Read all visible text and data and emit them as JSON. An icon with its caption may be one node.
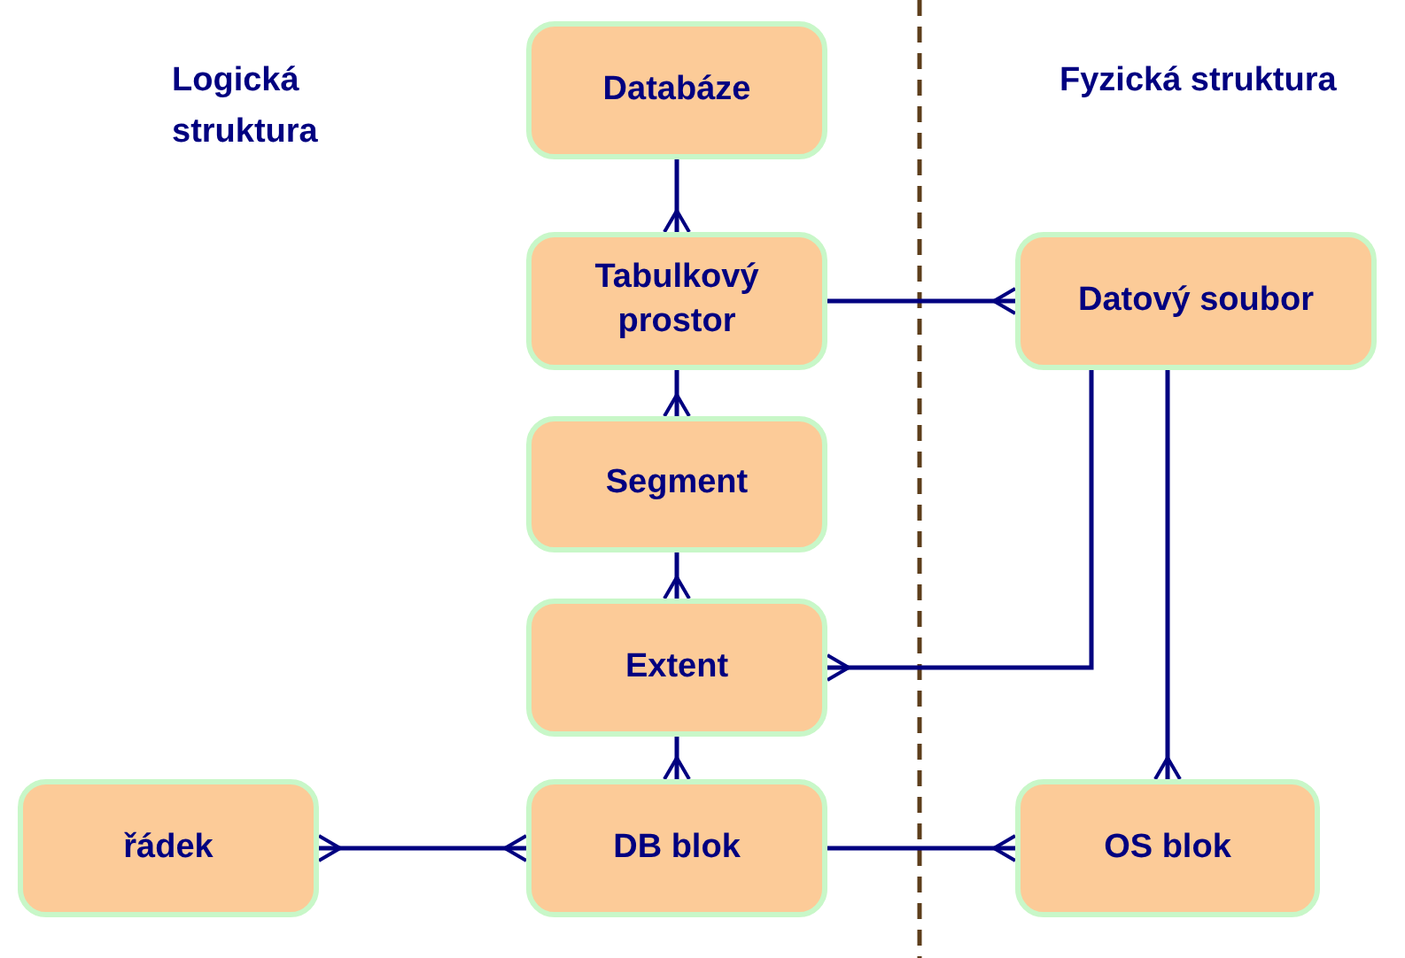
{
  "diagram": {
    "nodes": [
      {
        "text": [
          "Databáze"
        ]
      },
      {
        "text": [
          "Tabulkový prostor"
        ]
      },
      {
        "text": [
          "Segment"
        ]
      },
      {
        "text": [
          "Extent"
        ]
      },
      {
        "text": [
          "DB blok"
        ]
      },
      {
        "text": [
          "řádek"
        ]
      },
      {
        "text": [
          "Datový soubor"
        ]
      },
      {
        "text": [
          "OS blok"
        ]
      }
    ],
    "edges": [
      {
        "from": 0,
        "to": 1,
        "arrow": "other"
      },
      {
        "from": 1,
        "to": 2,
        "arrow": "other"
      },
      {
        "from": 2,
        "to": 3,
        "arrow": "other"
      },
      {
        "from": 3,
        "to": 4,
        "arrow": "other"
      },
      {
        "from": 1,
        "to": 6,
        "arrow": "other"
      },
      {
        "from": 6,
        "to": 3,
        "arrow": "other"
      },
      {
        "from": 6,
        "to": 7,
        "arrow": "other"
      },
      {
        "from": 4,
        "to": 5,
        "arrow": "other"
      },
      {
        "from": 4,
        "to": 7,
        "arrow": "other"
      }
    ],
    "labels": [
      "Logická struktura",
      "Fyzická struktura"
    ]
  }
}
